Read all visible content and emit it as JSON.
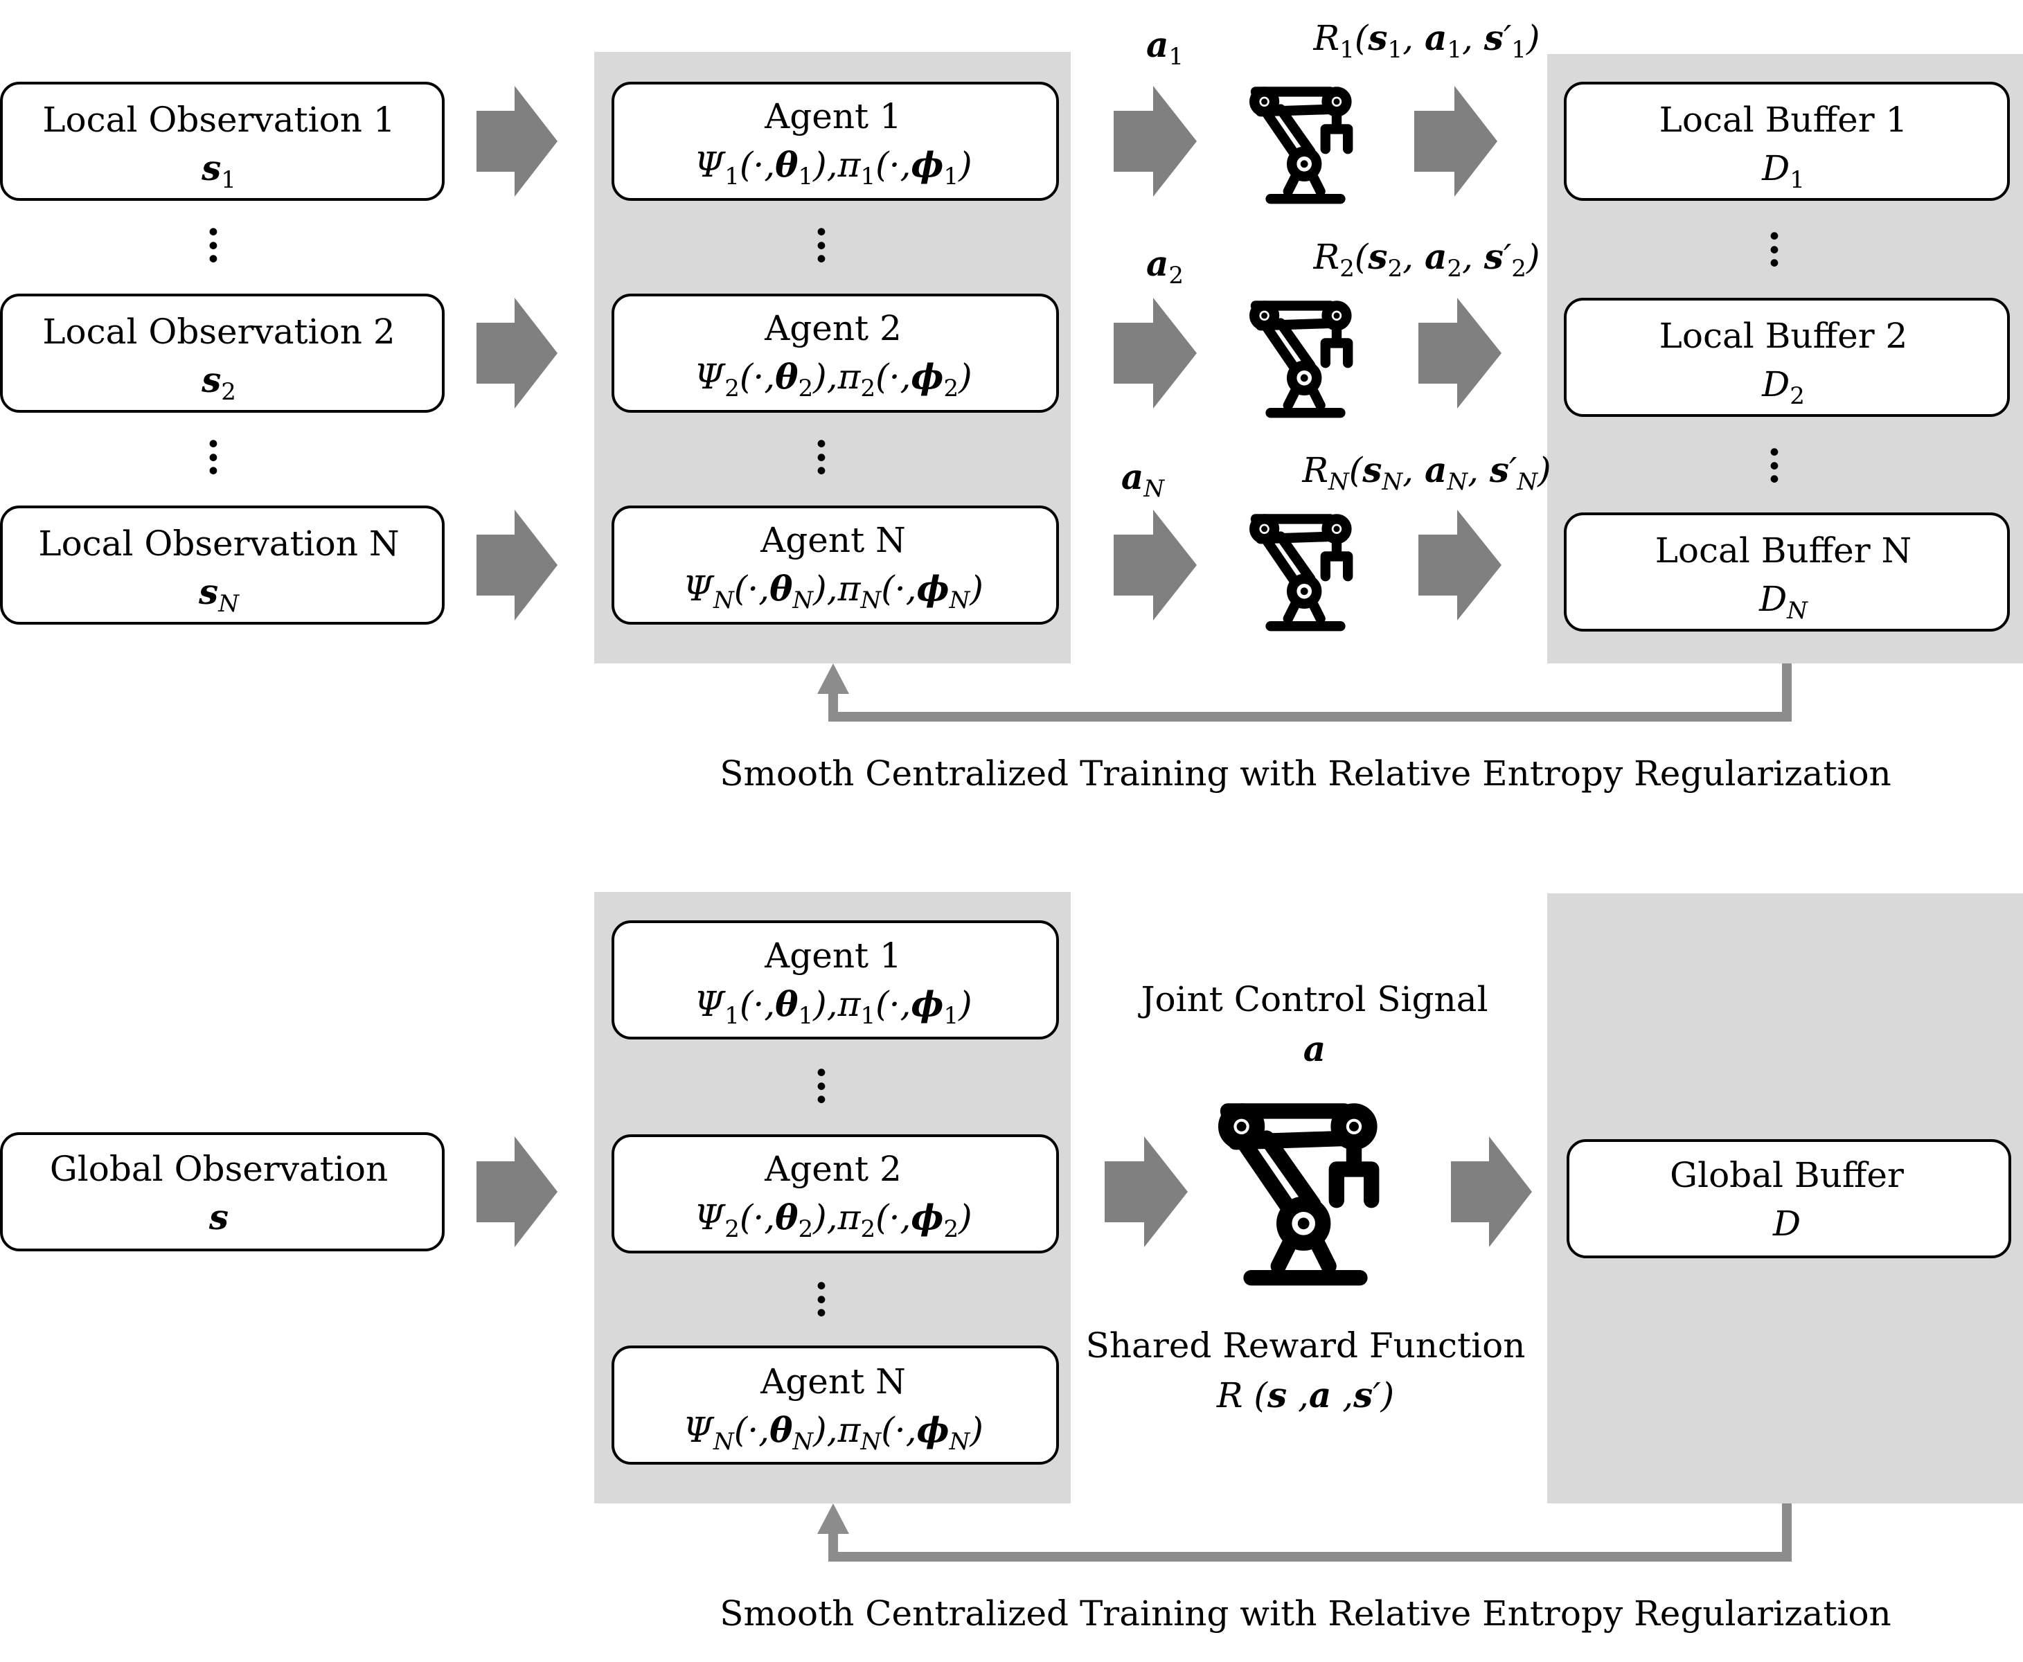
{
  "top": {
    "observations": [
      "Local Observation 1",
      "Local Observation 2",
      "Local Observation N"
    ],
    "observation_symbols": [
      {
        "base": "s",
        "sub": "1"
      },
      {
        "base": "s",
        "sub": "2"
      },
      {
        "base": "s",
        "sub": "N"
      }
    ],
    "agents": [
      {
        "label": "Agent 1",
        "sub": "1"
      },
      {
        "label": "Agent 2",
        "sub": "2"
      },
      {
        "label": "Agent N",
        "sub": "N"
      }
    ],
    "actions": [
      {
        "base": "a",
        "sub": "1"
      },
      {
        "base": "a",
        "sub": "2"
      },
      {
        "base": "a",
        "sub": "N"
      }
    ],
    "rewards": [
      {
        "sub": "1"
      },
      {
        "sub": "2"
      },
      {
        "sub": "N"
      }
    ],
    "buffers": [
      "Local Buffer 1",
      "Local Buffer 2",
      "Local Buffer N"
    ],
    "buffer_symbols": [
      {
        "base": "D",
        "sub": "1"
      },
      {
        "base": "D",
        "sub": "2"
      },
      {
        "base": "D",
        "sub": "N"
      }
    ],
    "feedback_label": "Smooth Centralized Training with Relative Entropy Regularization"
  },
  "bottom": {
    "observation": "Global Observation",
    "observation_symbol": "s",
    "agents": [
      {
        "label": "Agent 1",
        "sub": "1"
      },
      {
        "label": "Agent 2",
        "sub": "2"
      },
      {
        "label": "Agent N",
        "sub": "N"
      }
    ],
    "control_label": "Joint Control Signal",
    "control_symbol": "a",
    "reward_label": "Shared Reward Function",
    "buffer": "Global Buffer",
    "buffer_symbol": "D",
    "feedback_label": "Smooth Centralized Training with Relative Entropy Regularization"
  },
  "icons": [
    "robot-arm-icon",
    "block-arrow-icon",
    "ellipsis-icon"
  ],
  "colors": {
    "panel": "#d9d9d9",
    "arrow": "#808080",
    "feedback": "#8c8c8c",
    "box_border": "#000000"
  }
}
